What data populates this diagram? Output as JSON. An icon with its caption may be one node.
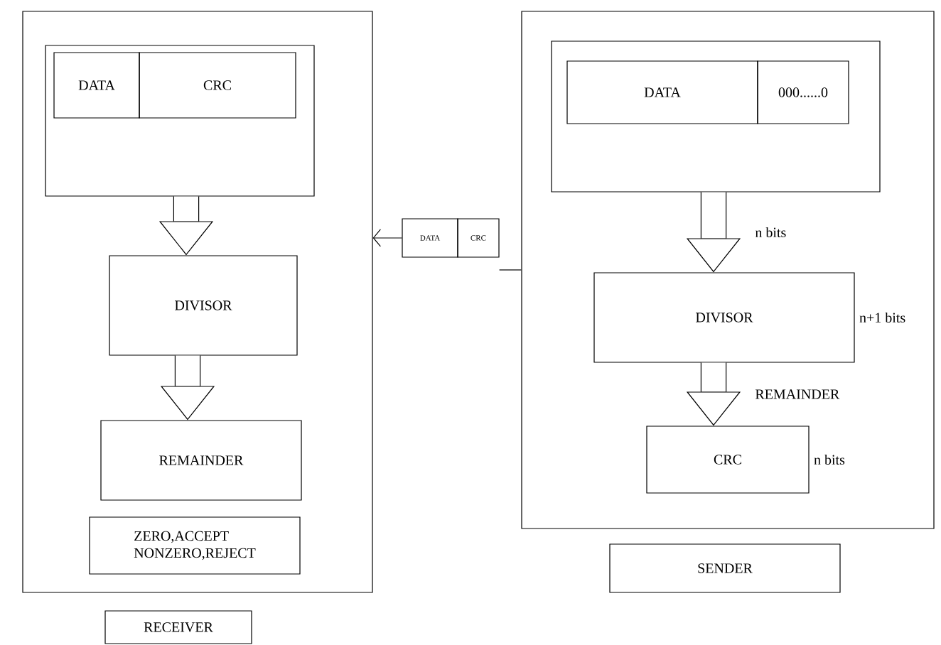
{
  "diagram": {
    "nodes": [
      {
        "text": [],
        "shape": "box"
      },
      {
        "text": [],
        "shape": "box",
        "in": 0
      },
      {
        "text": [
          "DATA"
        ],
        "in": 1
      },
      {
        "text": [
          "CRC"
        ],
        "in": 1
      },
      {
        "text": [
          "DIVISOR"
        ],
        "in": 0
      },
      {
        "text": [
          "REMAINDER"
        ],
        "in": 0
      },
      {
        "text": [
          "ZERO,ACCEPT",
          "NONZERO,REJECT"
        ],
        "in": 0
      },
      {
        "text": [
          "RECEIVER"
        ]
      },
      {
        "text": [
          "DATA"
        ]
      },
      {
        "text": [
          "CRC"
        ]
      },
      {
        "text": [],
        "shape": "box"
      },
      {
        "text": [],
        "shape": "box",
        "in": 10
      },
      {
        "text": [
          "DATA"
        ],
        "in": 11
      },
      {
        "text": [
          "000......0"
        ],
        "in": 11
      },
      {
        "text": [
          "DIVISOR"
        ],
        "in": 10,
        "beside": [
          "n+1 bits"
        ]
      },
      {
        "text": [
          "CRC"
        ],
        "in": 10,
        "beside": [
          "n bits"
        ]
      },
      {
        "text": [
          "SENDER"
        ]
      }
    ],
    "edges": [
      {
        "from": 1,
        "to": 4,
        "arrow": "to"
      },
      {
        "from": 4,
        "to": 5,
        "arrow": "to"
      },
      {
        "from": 11,
        "to": 14,
        "arrow": "to",
        "label": "n bits"
      },
      {
        "from": 14,
        "to": 15,
        "arrow": "to",
        "label": "REMAINDER"
      },
      {
        "from": 8,
        "to": 0,
        "arrow": "to"
      },
      {
        "from": 10,
        "to": 9,
        "arrow": "none"
      }
    ]
  }
}
